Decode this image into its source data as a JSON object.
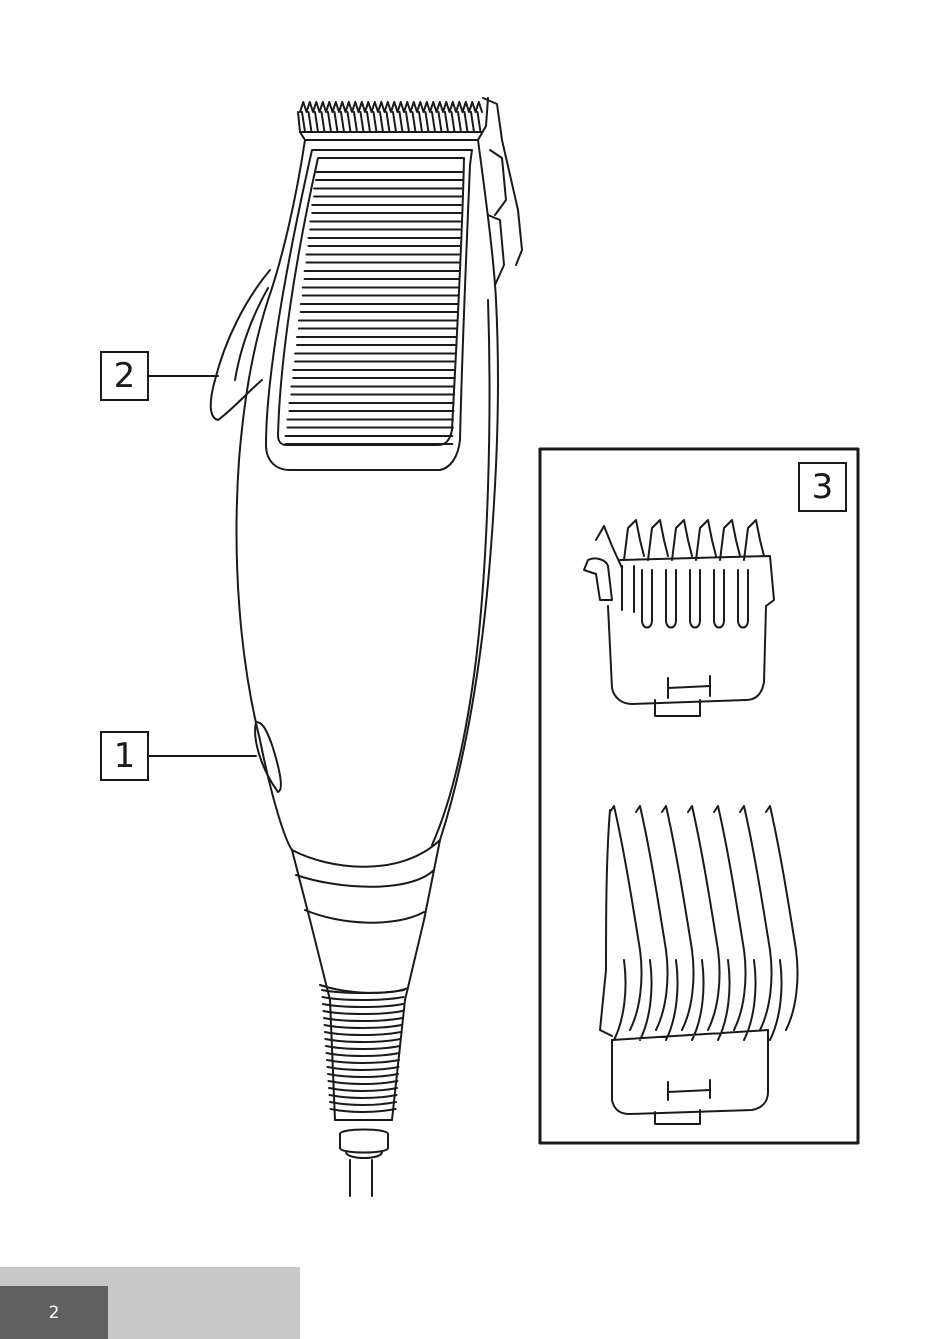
{
  "callouts": {
    "one": "1",
    "two": "2",
    "three": "3"
  },
  "footer": {
    "page_number": "2"
  },
  "colors": {
    "line": "#1a1a1a",
    "footer_light": "#c8c8c8",
    "footer_dark": "#606060"
  }
}
